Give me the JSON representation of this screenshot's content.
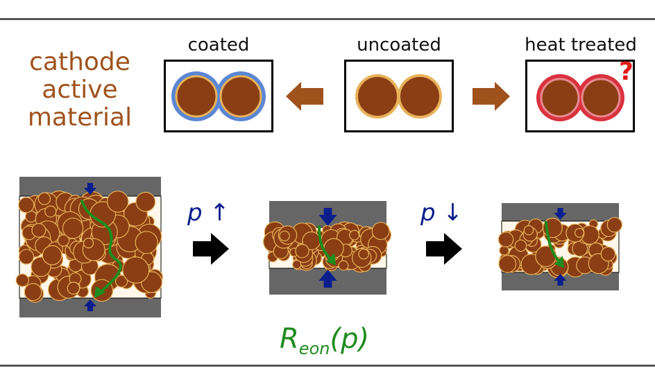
{
  "title_lines": [
    "cathode",
    "active",
    "material"
  ],
  "variants": [
    {
      "label": "coated"
    },
    {
      "label": "uncoated"
    },
    {
      "label": "heat treated",
      "mark": "?"
    }
  ],
  "pressure": {
    "symbol": "p",
    "increase_arrow": "↑",
    "decrease_arrow": "↓"
  },
  "resistance": {
    "base": "R",
    "subscript": "eon",
    "argument": "(p)"
  },
  "colors": {
    "particle_fill": "#8b3e14",
    "particle_rim": "#e8b25a",
    "coating": "#5b86d6",
    "heat_treated": "#d8323e",
    "electrode": "#555555",
    "press_arrow": "#0a1e8c",
    "path": "#1e8c1e",
    "title": "#a0521c"
  }
}
